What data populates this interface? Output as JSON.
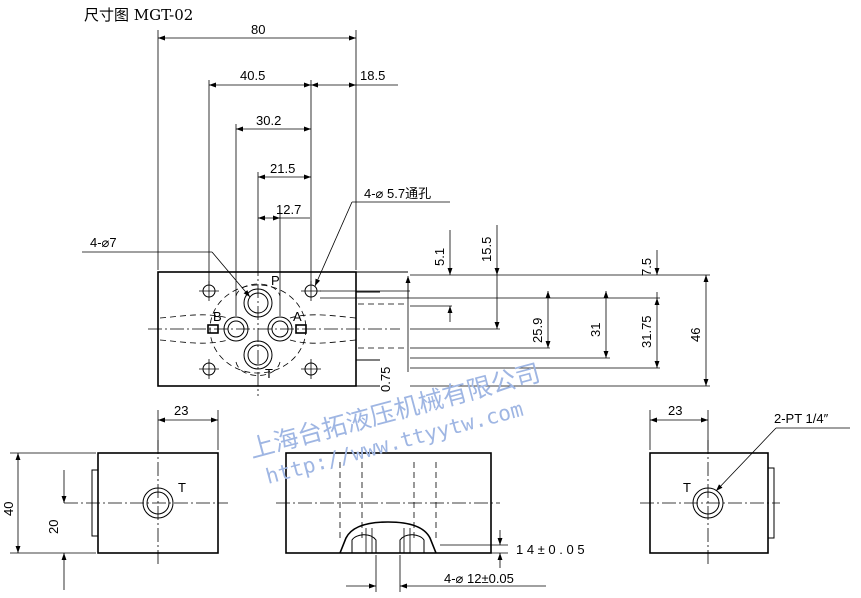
{
  "title": "尺寸图 MGT-02",
  "watermark": {
    "company": "上海台拓液压机械有限公司",
    "url": "http://www.ttyytw.com"
  },
  "top_view": {
    "dims": {
      "overall_width": "80",
      "width_40_5": "40.5",
      "offset_18_5": "18.5",
      "width_30_2": "30.2",
      "width_21_5": "21.5",
      "width_12_7": "12.7",
      "hole_7": "4-⌀7",
      "hole_5_7": "4-⌀ 5.7通孔",
      "v_5_1": "5.1",
      "v_15_5": "15.5",
      "v_7_5": "7.5",
      "v_25_9": "25.9",
      "v_31": "31",
      "v_31_75": "31.75",
      "v_46": "46",
      "v_0_75": "0.75"
    },
    "ports": {
      "p": "P",
      "a": "A",
      "b": "B",
      "t": "T"
    }
  },
  "left_view": {
    "width": "23",
    "height": "40",
    "center": "20",
    "port": "T"
  },
  "front_view": {
    "depth": "1 4 ± 0 . 0 5",
    "slots": "4-⌀ 12±0.05"
  },
  "right_view": {
    "width": "23",
    "port": "T",
    "thread": "2-PT 1/4″"
  }
}
